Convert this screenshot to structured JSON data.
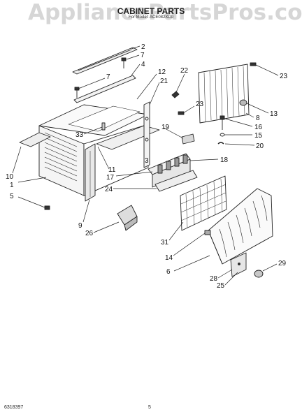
{
  "watermark": "AppliancePartsPros.com",
  "title": "CABINET PARTS",
  "subtitle": "For Model: ACE082XD0",
  "callouts": [
    {
      "id": "c2",
      "text": "2"
    },
    {
      "id": "c7a",
      "text": "7"
    },
    {
      "id": "c4",
      "text": "4"
    },
    {
      "id": "c7b",
      "text": "7"
    },
    {
      "id": "c12",
      "text": "12"
    },
    {
      "id": "c21",
      "text": "21"
    },
    {
      "id": "c22",
      "text": "22"
    },
    {
      "id": "c23a",
      "text": "23"
    },
    {
      "id": "c23b",
      "text": "23"
    },
    {
      "id": "c13",
      "text": "13"
    },
    {
      "id": "c8",
      "text": "8"
    },
    {
      "id": "c16",
      "text": "16"
    },
    {
      "id": "c15",
      "text": "15"
    },
    {
      "id": "c20",
      "text": "20"
    },
    {
      "id": "c19",
      "text": "19"
    },
    {
      "id": "c33",
      "text": "33"
    },
    {
      "id": "c3",
      "text": "3"
    },
    {
      "id": "c18",
      "text": "18"
    },
    {
      "id": "c10",
      "text": "10"
    },
    {
      "id": "c1",
      "text": "1"
    },
    {
      "id": "c11",
      "text": "11"
    },
    {
      "id": "c17",
      "text": "17"
    },
    {
      "id": "c24",
      "text": "24"
    },
    {
      "id": "c5",
      "text": "5"
    },
    {
      "id": "c9",
      "text": "9"
    },
    {
      "id": "c26",
      "text": "26"
    },
    {
      "id": "c31",
      "text": "31"
    },
    {
      "id": "c14",
      "text": "14"
    },
    {
      "id": "c6",
      "text": "6"
    },
    {
      "id": "c29",
      "text": "29"
    },
    {
      "id": "c28",
      "text": "28"
    },
    {
      "id": "c25",
      "text": "25"
    }
  ],
  "footer": {
    "part_code": "6318397",
    "page_number": "5"
  }
}
